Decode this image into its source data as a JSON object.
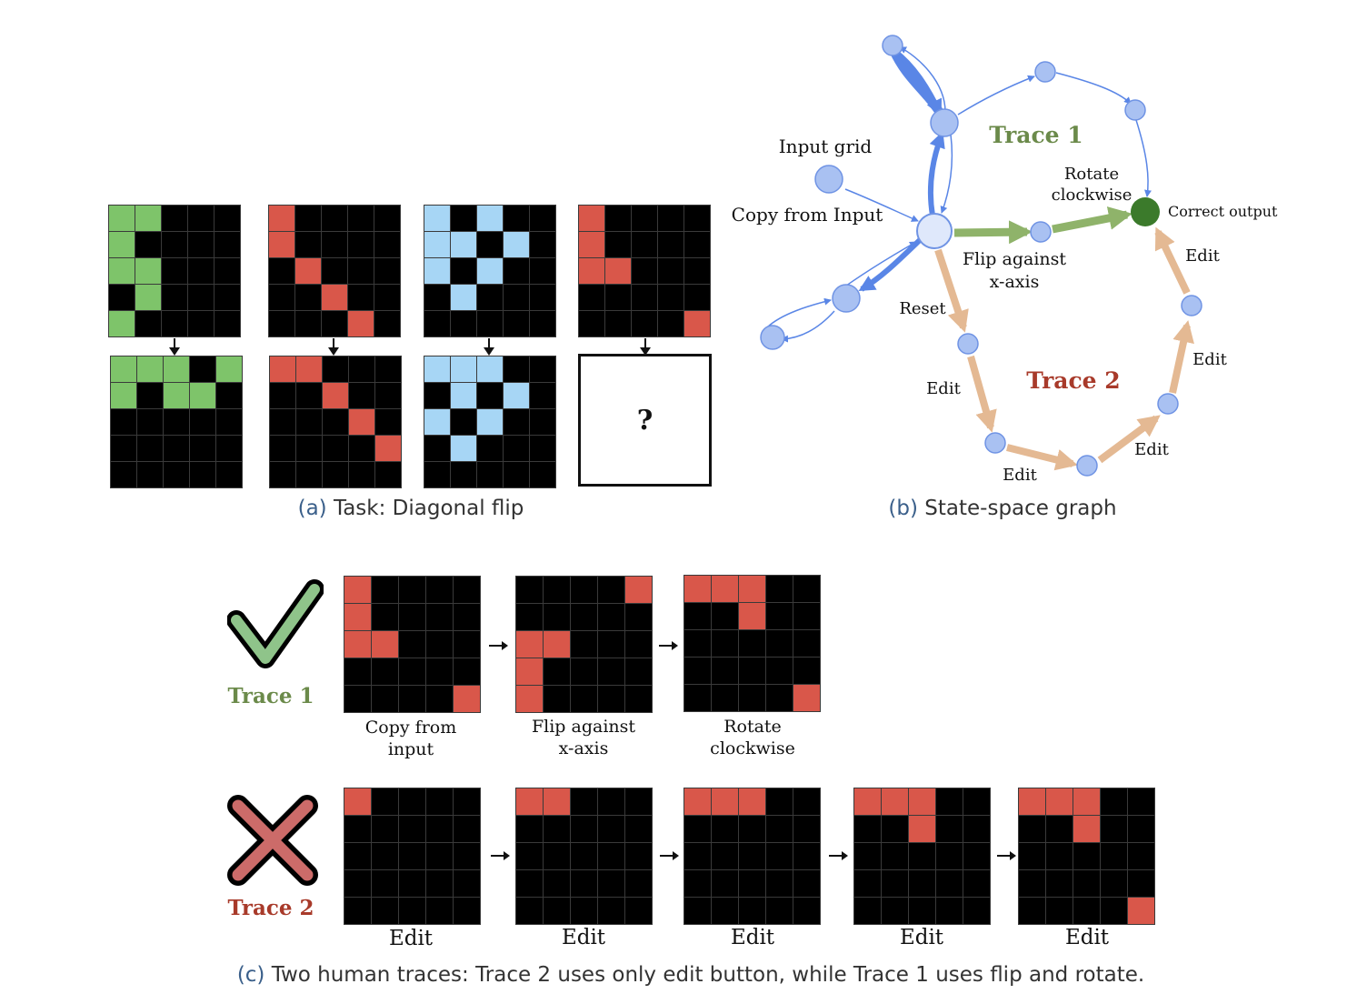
{
  "colors": {
    "green_cell": "#7ec46a",
    "red_cell": "#d9574a",
    "blue_cell": "#a7d6f5",
    "node_fill": "#a9c1f2",
    "node_stroke": "#6f93e4",
    "trace1_edge": "#8fb36a",
    "trace2_edge": "#e4b993",
    "blue_edge": "#5a86e6",
    "correct_node": "#3b7a2b",
    "trace1_text": "#6b8a4a",
    "trace2_text": "#a83a2a"
  },
  "panel_a": {
    "caption_tag": "(a)",
    "caption_text": " Task:  Diagonal flip",
    "question_mark": "?",
    "pairs": [
      {
        "color": "green",
        "input": [
          [
            1,
            1,
            0,
            0,
            0
          ],
          [
            1,
            0,
            0,
            0,
            0
          ],
          [
            1,
            1,
            0,
            0,
            0
          ],
          [
            0,
            1,
            0,
            0,
            0
          ],
          [
            1,
            0,
            0,
            0,
            0
          ]
        ],
        "output": [
          [
            1,
            1,
            1,
            0,
            1
          ],
          [
            1,
            0,
            1,
            1,
            0
          ],
          [
            0,
            0,
            0,
            0,
            0
          ],
          [
            0,
            0,
            0,
            0,
            0
          ],
          [
            0,
            0,
            0,
            0,
            0
          ]
        ]
      },
      {
        "color": "red",
        "input": [
          [
            1,
            0,
            0,
            0,
            0
          ],
          [
            1,
            0,
            0,
            0,
            0
          ],
          [
            0,
            1,
            0,
            0,
            0
          ],
          [
            0,
            0,
            1,
            0,
            0
          ],
          [
            0,
            0,
            0,
            1,
            0
          ]
        ],
        "output": [
          [
            1,
            1,
            0,
            0,
            0
          ],
          [
            0,
            0,
            1,
            0,
            0
          ],
          [
            0,
            0,
            0,
            1,
            0
          ],
          [
            0,
            0,
            0,
            0,
            1
          ],
          [
            0,
            0,
            0,
            0,
            0
          ]
        ]
      },
      {
        "color": "blue",
        "input": [
          [
            1,
            0,
            1,
            0,
            0
          ],
          [
            1,
            1,
            0,
            1,
            0
          ],
          [
            1,
            0,
            1,
            0,
            0
          ],
          [
            0,
            1,
            0,
            0,
            0
          ],
          [
            0,
            0,
            0,
            0,
            0
          ]
        ],
        "output": [
          [
            1,
            1,
            1,
            0,
            0
          ],
          [
            0,
            1,
            0,
            1,
            0
          ],
          [
            1,
            0,
            1,
            0,
            0
          ],
          [
            0,
            1,
            0,
            0,
            0
          ],
          [
            0,
            0,
            0,
            0,
            0
          ]
        ]
      }
    ],
    "test_input": {
      "color": "red",
      "grid": [
        [
          1,
          0,
          0,
          0,
          0
        ],
        [
          1,
          0,
          0,
          0,
          0
        ],
        [
          1,
          1,
          0,
          0,
          0
        ],
        [
          0,
          0,
          0,
          0,
          0
        ],
        [
          0,
          0,
          0,
          0,
          1
        ]
      ]
    }
  },
  "panel_b": {
    "caption_tag": "(b)",
    "caption_text": " State-space graph",
    "labels": {
      "input_grid": "Input grid",
      "copy_from_input": "Copy from Input",
      "trace1": "Trace 1",
      "trace2": "Trace 2",
      "rotate_clockwise_1": "Rotate",
      "rotate_clockwise_2": "clockwise",
      "correct_output": "Correct output",
      "flip_1": "Flip against",
      "flip_2": "x-axis",
      "reset": "Reset",
      "edit_a": "Edit",
      "edit_b": "Edit",
      "edit_c": "Edit",
      "edit_d": "Edit",
      "edit_e": "Edit"
    }
  },
  "panel_c": {
    "caption_tag": "(c)",
    "caption_text": " Two human traces: Trace 2 uses only edit button, while Trace 1 uses flip and rotate.",
    "trace1_label": "Trace 1",
    "trace2_label": "Trace 2",
    "trace1_icon": "check-icon",
    "trace2_icon": "cross-icon",
    "trace1_steps": [
      {
        "label_line1": "Copy from",
        "label_line2": "input",
        "grid": [
          [
            1,
            0,
            0,
            0,
            0
          ],
          [
            1,
            0,
            0,
            0,
            0
          ],
          [
            1,
            1,
            0,
            0,
            0
          ],
          [
            0,
            0,
            0,
            0,
            0
          ],
          [
            0,
            0,
            0,
            0,
            1
          ]
        ]
      },
      {
        "label_line1": "Flip against",
        "label_line2": "x-axis",
        "grid": [
          [
            0,
            0,
            0,
            0,
            1
          ],
          [
            0,
            0,
            0,
            0,
            0
          ],
          [
            1,
            1,
            0,
            0,
            0
          ],
          [
            1,
            0,
            0,
            0,
            0
          ],
          [
            1,
            0,
            0,
            0,
            0
          ]
        ]
      },
      {
        "label_line1": "Rotate",
        "label_line2": "clockwise",
        "grid": [
          [
            1,
            1,
            1,
            0,
            0
          ],
          [
            0,
            0,
            1,
            0,
            0
          ],
          [
            0,
            0,
            0,
            0,
            0
          ],
          [
            0,
            0,
            0,
            0,
            0
          ],
          [
            0,
            0,
            0,
            0,
            1
          ]
        ]
      }
    ],
    "trace2_steps": [
      {
        "label": "Edit",
        "grid": [
          [
            1,
            0,
            0,
            0,
            0
          ],
          [
            0,
            0,
            0,
            0,
            0
          ],
          [
            0,
            0,
            0,
            0,
            0
          ],
          [
            0,
            0,
            0,
            0,
            0
          ],
          [
            0,
            0,
            0,
            0,
            0
          ]
        ]
      },
      {
        "label": "Edit",
        "grid": [
          [
            1,
            1,
            0,
            0,
            0
          ],
          [
            0,
            0,
            0,
            0,
            0
          ],
          [
            0,
            0,
            0,
            0,
            0
          ],
          [
            0,
            0,
            0,
            0,
            0
          ],
          [
            0,
            0,
            0,
            0,
            0
          ]
        ]
      },
      {
        "label": "Edit",
        "grid": [
          [
            1,
            1,
            1,
            0,
            0
          ],
          [
            0,
            0,
            0,
            0,
            0
          ],
          [
            0,
            0,
            0,
            0,
            0
          ],
          [
            0,
            0,
            0,
            0,
            0
          ],
          [
            0,
            0,
            0,
            0,
            0
          ]
        ]
      },
      {
        "label": "Edit",
        "grid": [
          [
            1,
            1,
            1,
            0,
            0
          ],
          [
            0,
            0,
            1,
            0,
            0
          ],
          [
            0,
            0,
            0,
            0,
            0
          ],
          [
            0,
            0,
            0,
            0,
            0
          ],
          [
            0,
            0,
            0,
            0,
            0
          ]
        ]
      },
      {
        "label": "Edit",
        "grid": [
          [
            1,
            1,
            1,
            0,
            0
          ],
          [
            0,
            0,
            1,
            0,
            0
          ],
          [
            0,
            0,
            0,
            0,
            0
          ],
          [
            0,
            0,
            0,
            0,
            0
          ],
          [
            0,
            0,
            0,
            0,
            1
          ]
        ]
      }
    ]
  }
}
